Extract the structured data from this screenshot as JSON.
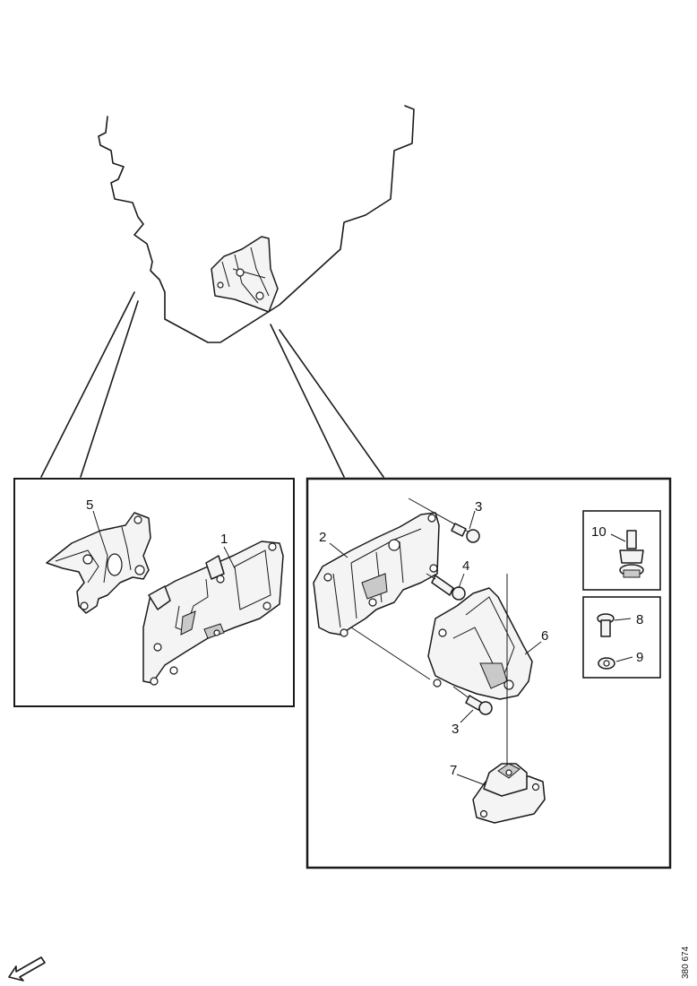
{
  "callouts": {
    "c1": "1",
    "c2": "2",
    "c3a": "3",
    "c3b": "3",
    "c4": "4",
    "c5": "5",
    "c6": "6",
    "c7": "7",
    "c8": "8",
    "c9": "9",
    "c10": "10"
  },
  "reference_number": "380 674",
  "icons": {
    "direction": "direction-arrow-icon"
  }
}
